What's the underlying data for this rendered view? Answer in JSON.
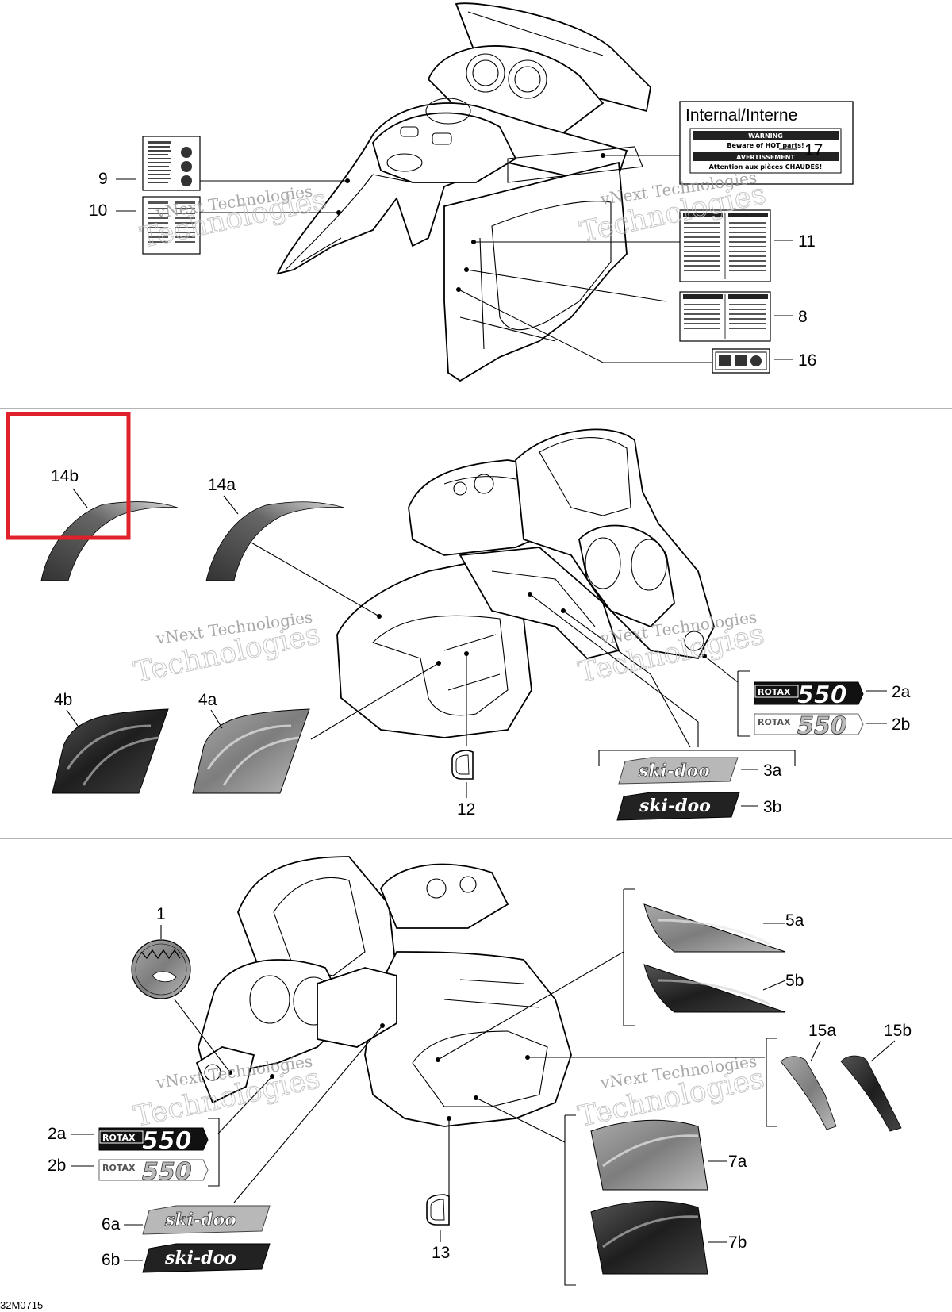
{
  "sheet_id": "32M0715",
  "watermark": {
    "line1": "vNext Technologies",
    "line2": "Technologies"
  },
  "panel_17": {
    "title": "Internal/Interne",
    "warning": "WARNING",
    "warning_text": "Beware of HOT parts!",
    "avertissement": "AVERTISSEMENT",
    "avertissement_text": "Attention aux pièces CHAUDES!"
  },
  "rotax_word": "ROTAX",
  "rotax_number": "550",
  "skidoo_word": "ski-doo",
  "callouts": {
    "c9": "9",
    "c10": "10",
    "c11": "11",
    "c8": "8",
    "c16": "16",
    "c17": "17",
    "c14b": "14b",
    "c14a": "14a",
    "c4b": "4b",
    "c4a": "4a",
    "c12": "12",
    "c2a_mid": "2a",
    "c2b_mid": "2b",
    "c3a": "3a",
    "c3b": "3b",
    "c1": "1",
    "c5a": "5a",
    "c5b": "5b",
    "c15a": "15a",
    "c15b": "15b",
    "c2a_bot": "2a",
    "c2b_bot": "2b",
    "c6a": "6a",
    "c6b": "6b",
    "c13": "13",
    "c7a": "7a",
    "c7b": "7b"
  },
  "highlight": {
    "target": "14b",
    "color": "#e0202a"
  },
  "colors": {
    "divider": "#888888",
    "decal_dark": "#222222",
    "decal_mid": "#777777",
    "decal_light": "#b5b5b5"
  }
}
